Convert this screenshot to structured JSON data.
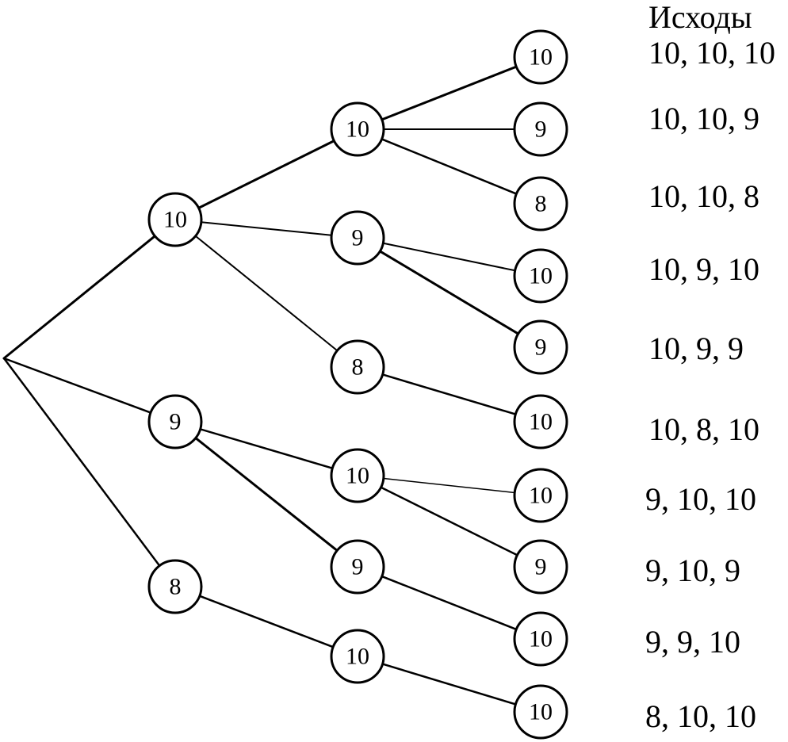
{
  "header": "Исходы",
  "tree": {
    "root": "",
    "level1": [
      "10",
      "9",
      "8"
    ],
    "level2": [
      "10",
      "9",
      "8",
      "10",
      "9",
      "10"
    ],
    "level3": [
      "10",
      "9",
      "8",
      "10",
      "9",
      "10",
      "10",
      "9",
      "10",
      "10"
    ]
  },
  "outcomes": [
    "10, 10, 10",
    "10, 10, 9",
    "10, 10, 8",
    "10, 9, 10",
    "10, 9, 9",
    "10, 8, 10",
    "9, 10, 10",
    "9, 10, 9",
    "9, 9, 10",
    "8, 10, 10"
  ]
}
